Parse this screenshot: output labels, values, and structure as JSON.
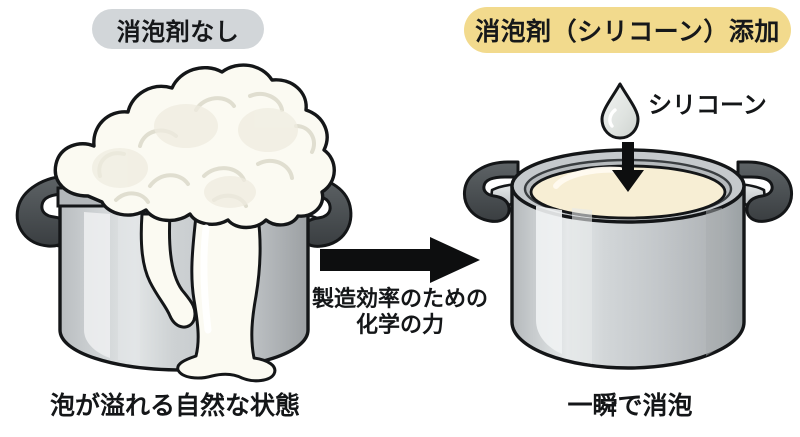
{
  "figure": {
    "title_implied": "Antifoam (silicone) demonstration — pot boiling over vs. suppressed",
    "background_color": "#ffffff"
  },
  "panels": {
    "left": {
      "badge_label": "消泡剤なし",
      "badge_color": "#d2d6d9",
      "caption": "泡が溢れる自然な状態",
      "illustration_name": "pot-overflowing-with-foam",
      "pot_body_color": "#c6cacc",
      "pot_outline_color": "#141618",
      "handle_color": "#4e5356",
      "foam_color": "#fbfaf2"
    },
    "right": {
      "badge_label": "消泡剤（シリコーン）添加",
      "badge_color": "#f2da8d",
      "caption": "一瞬で消泡",
      "illustration_name": "pot-with-calm-liquid",
      "pot_body_color": "#c6cacc",
      "pot_outline_color": "#141618",
      "handle_color": "#4e5356",
      "liquid_color": "#f7eed4",
      "droplet_label": "シリコーン",
      "droplet_color": "#dfe3e0",
      "arrow_direction": "down"
    }
  },
  "center": {
    "arrow_direction": "right",
    "arrow_color": "#0d0e0f",
    "line1": "製造効率のための",
    "line2": "化学の力"
  }
}
